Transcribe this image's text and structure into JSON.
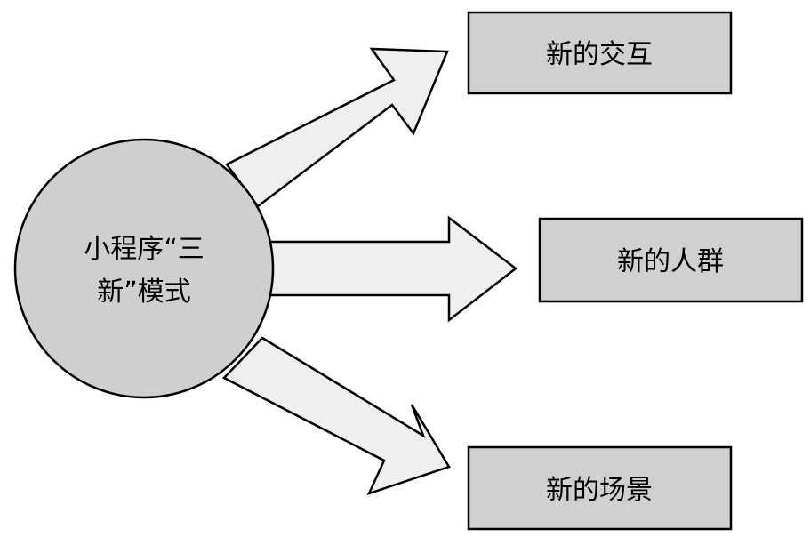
{
  "center": {
    "line1": "小程序“三",
    "line2": "新”模式"
  },
  "outcomes": [
    {
      "label": "新的交互"
    },
    {
      "label": "新的人群"
    },
    {
      "label": "新的场景"
    }
  ],
  "colors": {
    "circle_fill": "#cfcfcf",
    "box_fill": "#d0d0d0",
    "arrow_fill": "#efefef",
    "stroke": "#000000"
  }
}
